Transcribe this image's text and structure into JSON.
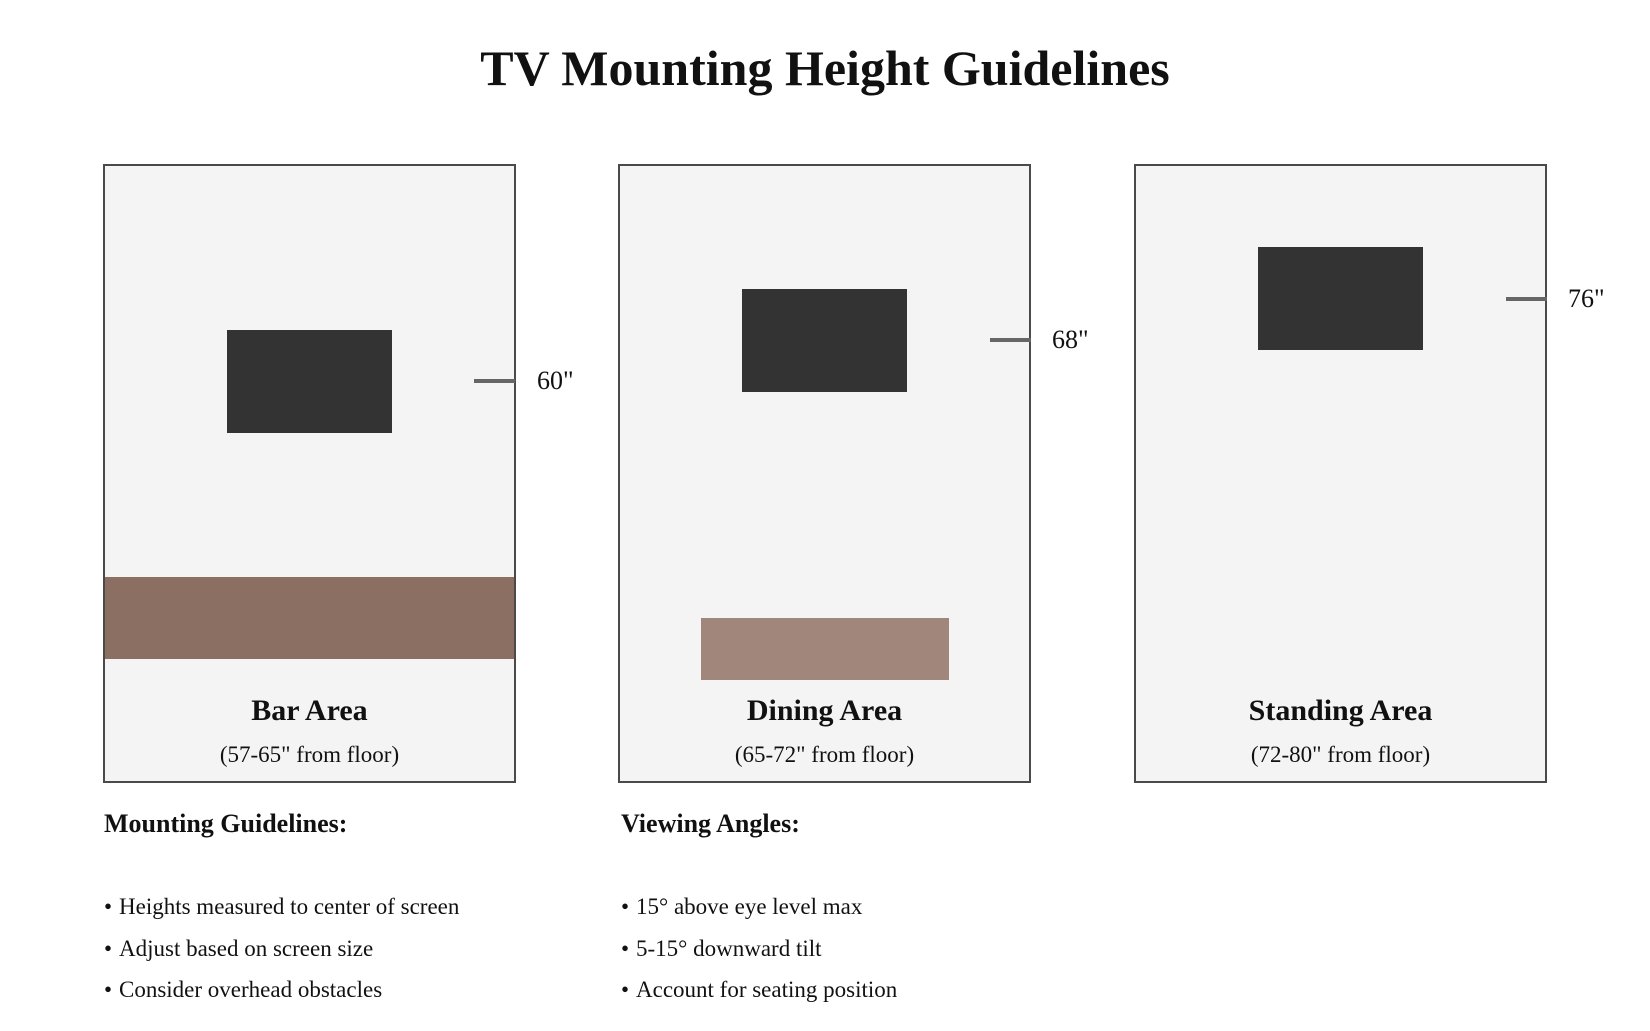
{
  "title": "TV Mounting Height Guidelines",
  "colors": {
    "panel_fill": "#f4f4f4",
    "panel_border": "#4a4a4a",
    "tv": "#333333",
    "bar_counter": "#8b6f63",
    "dining_table": "#a0867b",
    "marker": "#666666"
  },
  "areas": [
    {
      "name": "Bar Area",
      "range": "(57-65\" from floor)",
      "height_label": "60\"",
      "furniture": "bar-counter"
    },
    {
      "name": "Dining Area",
      "range": "(65-72\" from floor)",
      "height_label": "68\"",
      "furniture": "dining-table"
    },
    {
      "name": "Standing Area",
      "range": "(72-80\" from floor)",
      "height_label": "76\"",
      "furniture": null
    }
  ],
  "sections": {
    "mounting": {
      "heading": "Mounting Guidelines:",
      "bullet": "•",
      "items": [
        "Heights measured to center of screen",
        "Adjust based on screen size",
        "Consider overhead obstacles"
      ]
    },
    "viewing": {
      "heading": "Viewing Angles:",
      "bullet": "•",
      "items": [
        "15° above eye level max",
        "5-15° downward tilt",
        "Account for seating position"
      ]
    }
  }
}
